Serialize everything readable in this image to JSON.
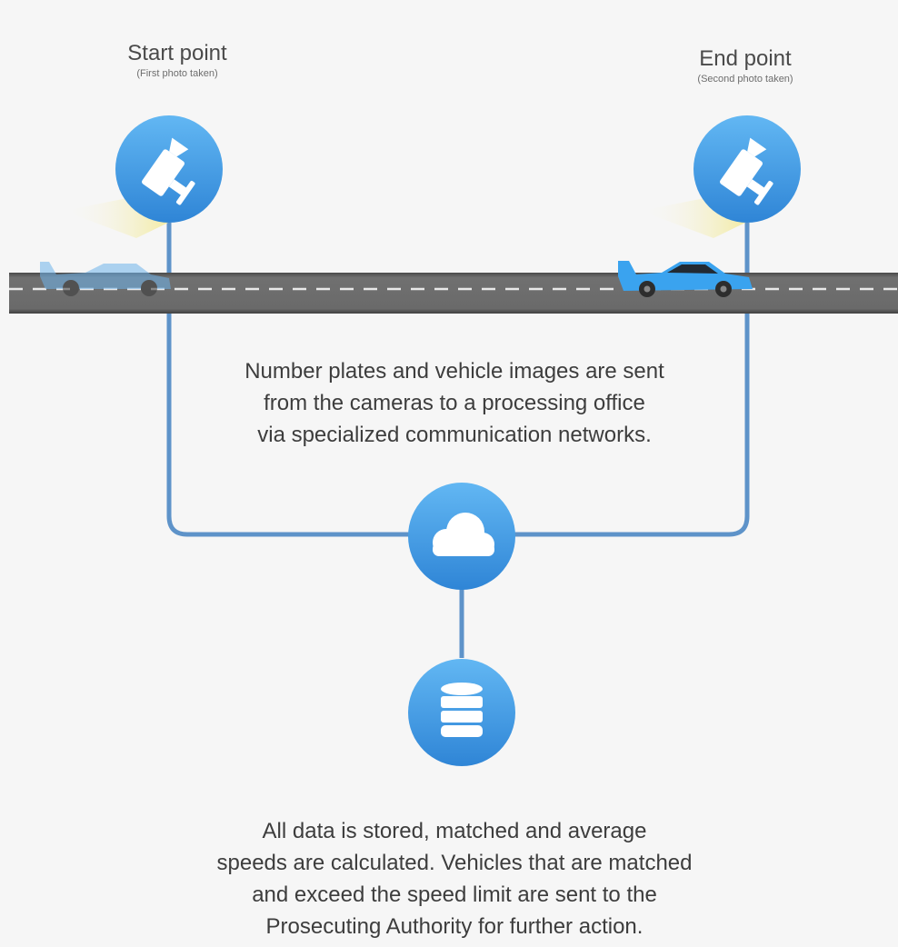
{
  "start_point": {
    "title": "Start point",
    "subtitle": "(First photo taken)"
  },
  "end_point": {
    "title": "End point",
    "subtitle": "(Second photo taken)"
  },
  "network_description": {
    "lines": [
      "Number plates and vehicle images are sent",
      "from the cameras to a processing office",
      "via specialized communication networks."
    ]
  },
  "storage_description": {
    "lines": [
      "All data is stored, matched and average",
      "speeds are calculated. Vehicles that are matched",
      "and exceed the speed limit are sent to the",
      "Prosecuting Authority for further action."
    ]
  },
  "icons": {
    "start_camera": "camera-icon",
    "end_camera": "camera-icon",
    "cloud": "cloud-icon",
    "database": "database-icon",
    "faded_car": "car-icon",
    "car": "car-icon"
  },
  "colors": {
    "background": "#f6f6f6",
    "icon_blue": "#3d95e0",
    "connector_line": "#5e93c9",
    "road": "#6b6b6b",
    "road_edge": "#4e4e4e",
    "car_blue": "#3aa3ef",
    "camera_beam": "#f2ecaa"
  }
}
